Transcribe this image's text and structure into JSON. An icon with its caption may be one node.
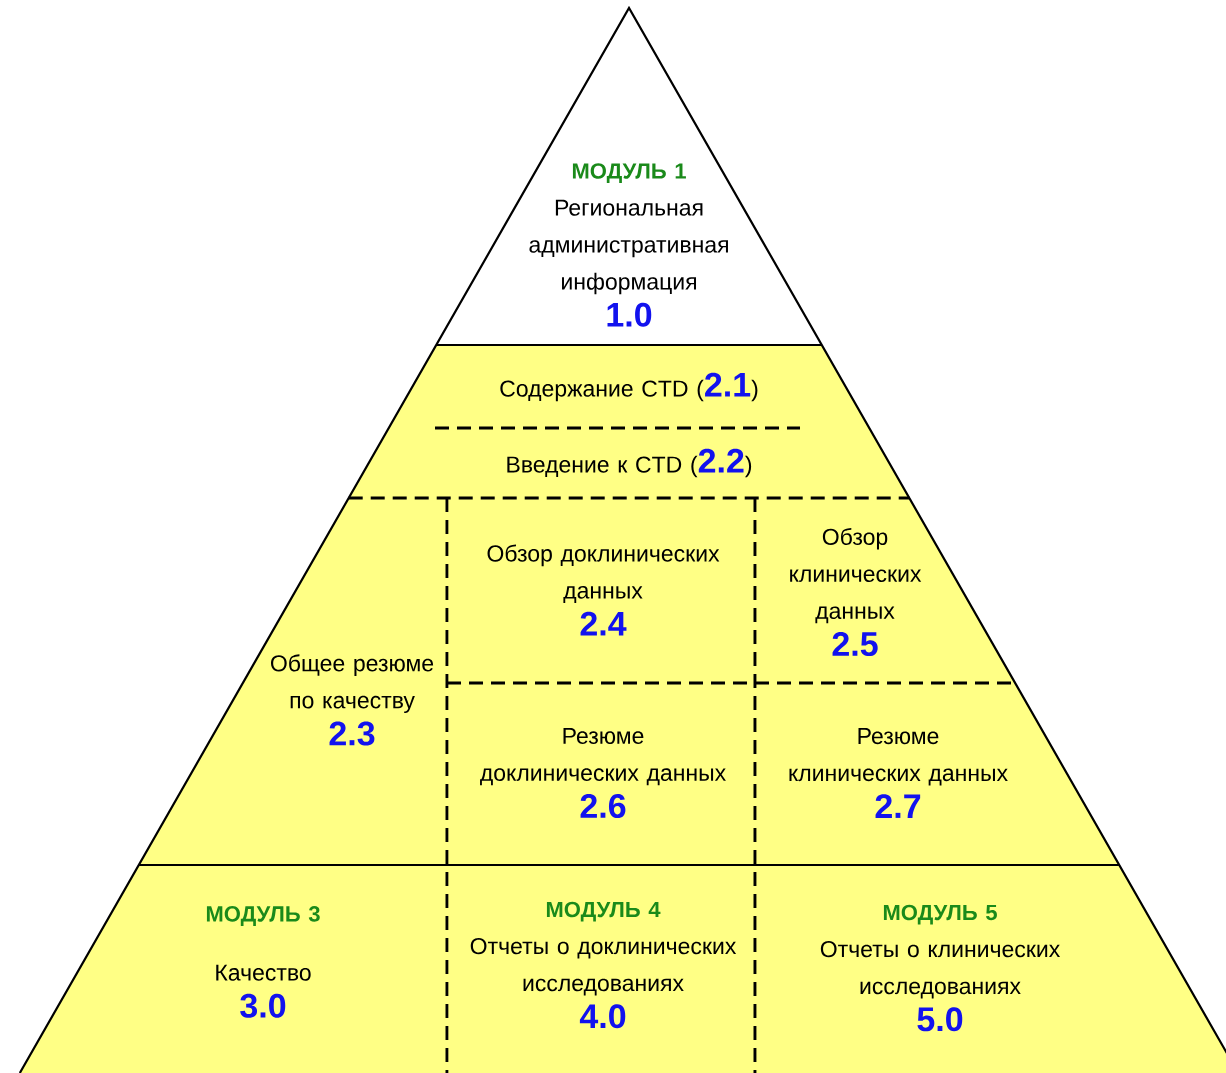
{
  "diagram": {
    "nodes": [
      {
        "text": [
          "МОДУЛЬ 1",
          "Региональная административная информация",
          "1.0"
        ]
      },
      {
        "text": [
          "Содержание CTD (",
          "2.1",
          ")"
        ]
      },
      {
        "text": [
          "Введение к CTD (",
          "2.2",
          ")"
        ]
      },
      {
        "text": [
          "Общее резюме по качеству",
          "2.3"
        ]
      },
      {
        "text": [
          "Обзор доклинических данных",
          "2.4"
        ]
      },
      {
        "text": [
          "Обзор клинических данных",
          "2.5"
        ]
      },
      {
        "text": [
          "Резюме доклинических данных",
          "2.6"
        ]
      },
      {
        "text": [
          "Резюме клинических данных",
          "2.7"
        ]
      },
      {
        "text": [
          "МОДУЛЬ 3",
          "Качество",
          "3.0"
        ]
      },
      {
        "text": [
          "МОДУЛЬ 4",
          "Отчеты о доклинических исследованиях",
          "4.0"
        ]
      },
      {
        "text": [
          "МОДУЛЬ 5",
          "Отчеты о клинических исследованиях",
          "5.0"
        ]
      }
    ]
  }
}
